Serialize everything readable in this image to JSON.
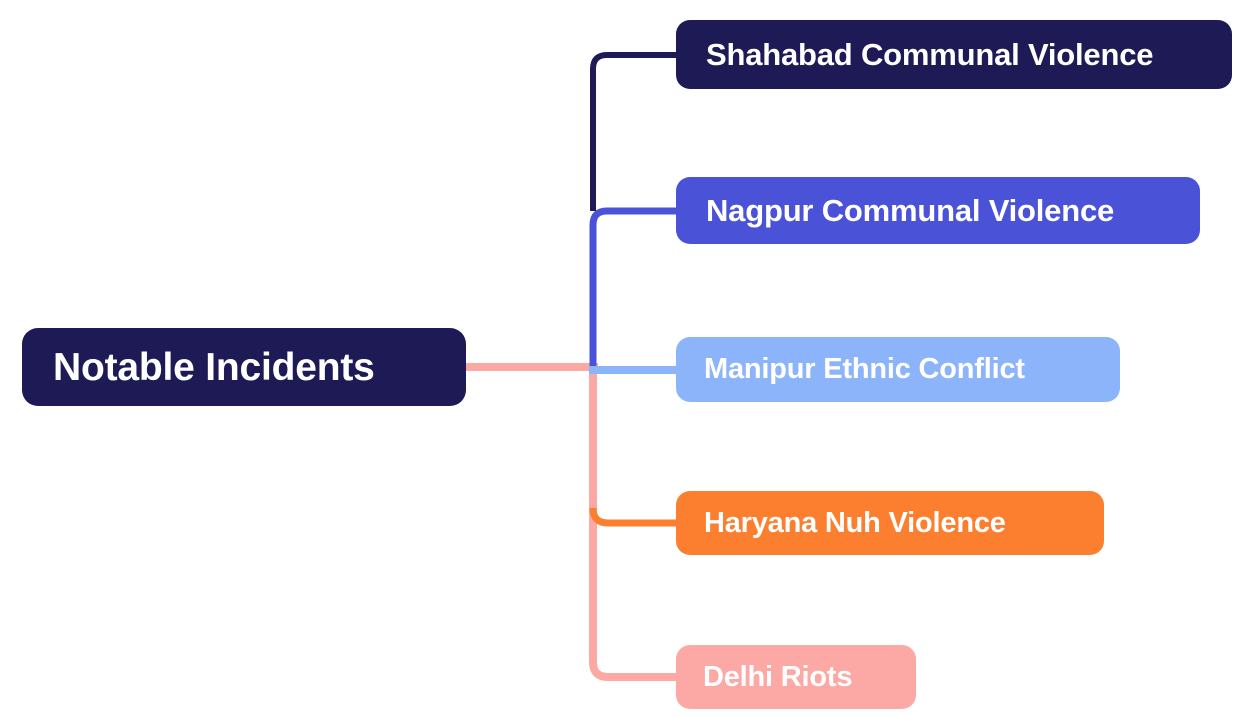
{
  "diagram": {
    "type": "mind-map",
    "orientation": "horizontal-right",
    "background_color": "#ffffff",
    "root": {
      "label": "Notable Incidents",
      "fill_color": "#1e1a56",
      "text_color": "#ffffff"
    },
    "branches": [
      {
        "id": "shahabad",
        "label": "Shahabad Communal Violence",
        "fill_color": "#1e1a56",
        "text_color": "#ffffff",
        "connector_color": "#1e1a56"
      },
      {
        "id": "nagpur",
        "label": "Nagpur Communal Violence",
        "fill_color": "#4a52d8",
        "text_color": "#ffffff",
        "connector_color": "#4a52d8"
      },
      {
        "id": "manipur",
        "label": "Manipur Ethnic Conflict",
        "fill_color": "#8cb4fa",
        "text_color": "#ffffff",
        "connector_color": "#8cb4fa"
      },
      {
        "id": "haryana",
        "label": "Haryana Nuh Violence",
        "fill_color": "#fb7f2e",
        "text_color": "#ffffff",
        "connector_color": "#fb7f2e"
      },
      {
        "id": "delhi",
        "label": "Delhi Riots",
        "fill_color": "#fca9a5",
        "text_color": "#ffffff",
        "connector_color": "#fca9a5"
      }
    ],
    "trunk_color": "#fca9a5",
    "root_connector_color": "#fca9a5"
  }
}
